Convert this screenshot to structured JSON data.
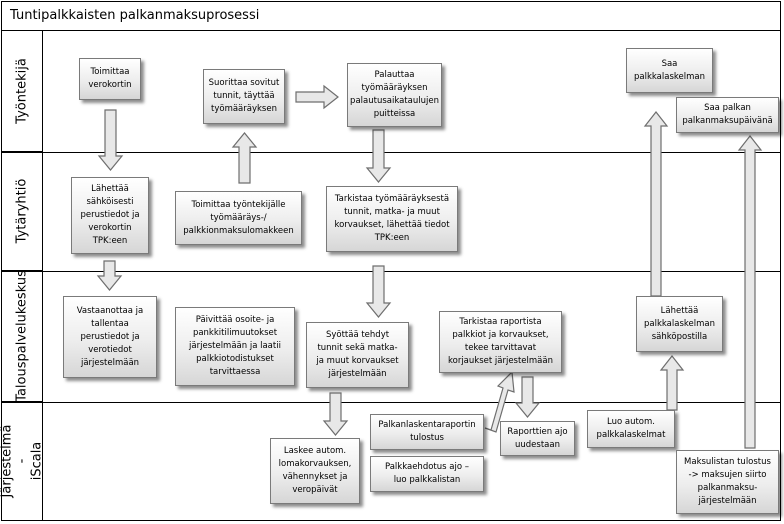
{
  "title": "Tuntipalkkaisten palkanmaksuprosessi",
  "lanes": [
    {
      "name": "Työntekijä"
    },
    {
      "name": "Tytäryhtiö"
    },
    {
      "name": "Talouspalvelukeskus"
    },
    {
      "name": "Järjestelmä -\niScala"
    }
  ],
  "boxes": {
    "toimittaa_verokortin": "Toimittaa\nverokortin",
    "suorittaa_sovitut": "Suorittaa sovitut\ntunnit, täyttää\ntyömääräyksen",
    "palauttaa_tyomaarayksen": "Palauttaa\ntyömääräyksen\npalautusaikataulujen\npuitteissa",
    "saa_palkkalaskelman": "Saa\npalkkalaskelman",
    "saa_palkan": "Saa palkan\npalkanmaksupäivänä",
    "lahettaa_sahkoisesti": "Lähettää\nsähköisesti\nperustiedot ja\nverokortin\nTPK:een",
    "toimittaa_lomakkeen": "Toimittaa työntekijälle\ntyömääräys-/\npalkkionmaksulomakkeen",
    "tarkistaa_tyomaarayksesta": "Tarkistaa työmääräyksestä\ntunnit, matka- ja muut\nkorvaukset, lähettää tiedot\nTPK:een",
    "vastaanottaa": "Vastaanottaa ja\ntallentaa\nperustiedot ja\nverotiedot\njärjestelmään",
    "paivittaa": "Päivittää osoite- ja\npankkitilimuutokset\njärjestelmään ja laatii\npalkkiotodistukset\ntarvittaessa",
    "syottaa": "Syöttää tehdyt\ntunnit sekä matka-\nja muut korvaukset\njärjestelmään",
    "tarkistaa_raportista": "Tarkistaa raportista\npalkkiot ja korvaukset,\ntekee tarvittavat\nkorjaukset järjestelmään",
    "lahettaa_palkkalaskelman": "Lähettää\npalkkalaskelman\nsähköpostilla",
    "laskee": "Laskee autom.\nlomakorvauksen,\nvähennykset ja\nveropäivät",
    "tulostus": "Palkanlaskentaraportin\ntulostus",
    "palkkaehdotus": "Palkkaehdotus ajo –\nluo palkkalistan",
    "raporttien_ajo": "Raporttien ajo\nuudestaan",
    "luo_autom": "Luo autom.\npalkkalaskelmat",
    "maksulistan": "Maksulistan tulostus\n-> maksujen siirto\npalkanmaksu-\njärjestelmään"
  },
  "colors": {
    "border": "#000000",
    "box_border": "#7a7a7a",
    "arrow_fill": "#e8e8e8",
    "arrow_stroke": "#6e6e6e"
  }
}
